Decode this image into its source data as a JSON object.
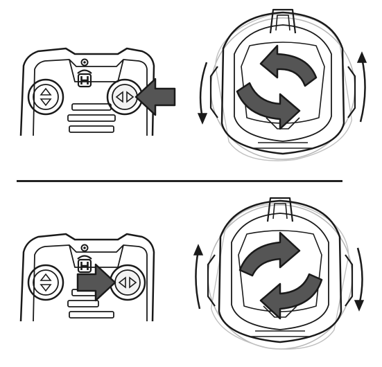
{
  "instructions": [
    {
      "id": "rotate-counterclockwise",
      "remote": {
        "brand_glyph": "H",
        "left_button": "up-down",
        "right_button": "left-right",
        "pressed_button": "left-right",
        "arrow_direction": "left"
      },
      "mower_rotation": "counterclockwise"
    },
    {
      "id": "rotate-clockwise",
      "remote": {
        "brand_glyph": "H",
        "left_button": "up-down",
        "right_button": "left-right",
        "pressed_button": "left-right",
        "arrow_direction": "right"
      },
      "mower_rotation": "clockwise"
    }
  ],
  "colors": {
    "line": "#1a1a1a",
    "arrow_fill": "#555555",
    "highlight": "#f2f2f2"
  }
}
